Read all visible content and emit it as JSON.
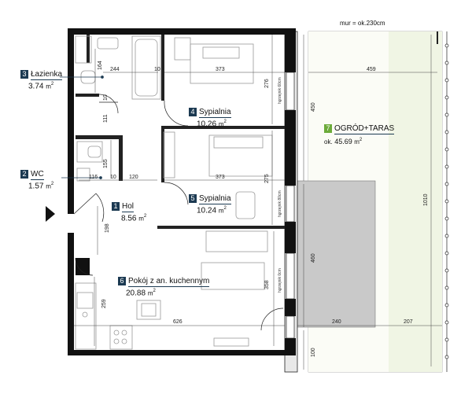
{
  "header": {
    "wall_note": "mur = ok.230cm"
  },
  "rooms": [
    {
      "num": "1",
      "name": "Hol",
      "area": "8.56",
      "unit": "m",
      "sup": "2"
    },
    {
      "num": "2",
      "name": "WC",
      "area": "1.57",
      "unit": "m",
      "sup": "2"
    },
    {
      "num": "3",
      "name": "Łazienka",
      "area": "3.74",
      "unit": "m",
      "sup": "2"
    },
    {
      "num": "4",
      "name": "Sypialnia",
      "area": "10.26",
      "unit": "m",
      "sup": "2"
    },
    {
      "num": "5",
      "name": "Sypialnia",
      "area": "10.24",
      "unit": "m",
      "sup": "2"
    },
    {
      "num": "6",
      "name": "Pokój z an. kuchennym",
      "area": "20.88",
      "unit": "m",
      "sup": "2"
    },
    {
      "num": "7",
      "name": "OGRÓD+TARAS",
      "area_prefix": "ok.",
      "area": "45.69",
      "unit": "m",
      "sup": "2"
    }
  ],
  "dimensions": {
    "d164": "164",
    "d244": "244",
    "d10a": "10",
    "d373a": "373",
    "d276": "276",
    "d459": "459",
    "d10b": "10",
    "d111": "111",
    "d450": "450",
    "d155": "155",
    "d116": "116",
    "d10c": "10",
    "d120": "120",
    "d373b": "373",
    "d275": "275",
    "d1010": "1010",
    "d198": "198",
    "d460": "460",
    "d259": "259",
    "d358": "358",
    "d626": "626",
    "d240": "240",
    "d207": "207",
    "d100": "100"
  },
  "window_notes": {
    "w1": "hgrzejnik 60cm",
    "w2": "hgrzejnik 80cm",
    "w3": "hgrzejnik 0cm"
  },
  "colors": {
    "wall": "#111111",
    "label_bg": "#1c3a52",
    "garden_accent": "#6cab3a",
    "garden_fill": "#f3f7ea",
    "terrace_fill": "#c9c9c9",
    "furniture": "#9a9a9a"
  }
}
